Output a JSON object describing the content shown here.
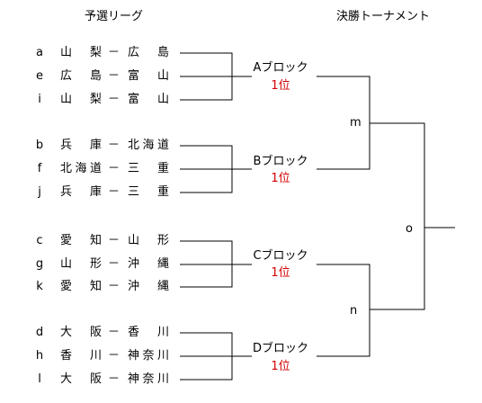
{
  "headers": {
    "league": "予選リーグ",
    "tournament": "決勝トーナメント"
  },
  "matches": [
    {
      "letter": "a",
      "home": "山　梨",
      "dash": "－",
      "away": "広　島"
    },
    {
      "letter": "e",
      "home": "広　島",
      "dash": "－",
      "away": "富　山"
    },
    {
      "letter": "i",
      "home": "山　梨",
      "dash": "－",
      "away": "富　山"
    },
    {
      "letter": "b",
      "home": "兵　庫",
      "dash": "－",
      "away": "北海道"
    },
    {
      "letter": "f",
      "home": "北海道",
      "dash": "－",
      "away": "三　重"
    },
    {
      "letter": "j",
      "home": "兵　庫",
      "dash": "－",
      "away": "三　重"
    },
    {
      "letter": "c",
      "home": "愛　知",
      "dash": "－",
      "away": "山　形"
    },
    {
      "letter": "g",
      "home": "山　形",
      "dash": "－",
      "away": "沖　縄"
    },
    {
      "letter": "k",
      "home": "愛　知",
      "dash": "－",
      "away": "沖　縄"
    },
    {
      "letter": "d",
      "home": "大　阪",
      "dash": "－",
      "away": "香　川"
    },
    {
      "letter": "h",
      "home": "香　川",
      "dash": "－",
      "away": "神奈川"
    },
    {
      "letter": "l",
      "home": "大　阪",
      "dash": "－",
      "away": "神奈川"
    }
  ],
  "blocks": [
    {
      "name": "Aブロック",
      "rank": "1位"
    },
    {
      "name": "Bブロック",
      "rank": "1位"
    },
    {
      "name": "Cブロック",
      "rank": "1位"
    },
    {
      "name": "Dブロック",
      "rank": "1位"
    }
  ],
  "semifinals": [
    "m",
    "n"
  ],
  "final": "o",
  "colors": {
    "line": "#000000",
    "rank": "#d40000",
    "text": "#000000"
  }
}
